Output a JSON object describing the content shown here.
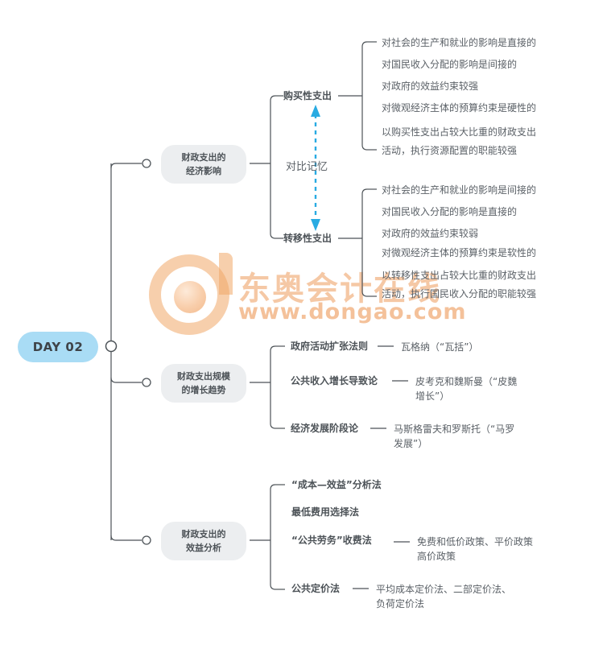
{
  "root": {
    "label": "DAY 02",
    "accent": "#a9dcf5",
    "text_color": "#3e4348"
  },
  "watermark": {
    "brand": "东奥会计在线",
    "url": "www.dongao.com",
    "logo_icon": "dongao-logo-icon",
    "color": "#f0a868"
  },
  "compare_annotation": {
    "label": "对比记忆",
    "arrow_color": "#29abe2",
    "arrow_icon": "double-arrow-dashed-vertical-icon"
  },
  "branches": [
    {
      "id": "economic-impact",
      "title_lines": [
        "财政支出的",
        "经济影响"
      ],
      "children": [
        {
          "id": "purchase-expenditure",
          "label": "购买性支出",
          "details": [
            "对社会的生产和就业的影响是直接的",
            "对国民收入分配的影响是间接的",
            "对政府的效益约束较强",
            "对微观经济主体的预算约束是硬性的",
            "以购买性支出占较大比重的财政支出",
            "活动，执行资源配置的职能较强"
          ]
        },
        {
          "id": "transfer-expenditure",
          "label": "转移性支出",
          "details": [
            "对社会的生产和就业的影响是间接的",
            "对国民收入分配的影响是直接的",
            "对政府的效益约束较弱",
            "对微观经济主体的预算约束是软性的",
            "以转移性支出占较大比重的财政支出",
            "活动，执行国民收入分配的职能较强"
          ]
        }
      ]
    },
    {
      "id": "scale-growth-trend",
      "title_lines": [
        "财政支出规模",
        "的增长趋势"
      ],
      "children": [
        {
          "id": "wagner-law",
          "label": "政府活动扩张法则",
          "dash": "—",
          "value_lines": [
            "瓦格纳（“瓦括”）"
          ]
        },
        {
          "id": "peacock-wiseman",
          "label": "公共收入增长导致论",
          "dash": "—",
          "value_lines": [
            "皮考克和魏斯曼（“皮魏",
            "增长”）"
          ]
        },
        {
          "id": "musgrave-rostow",
          "label": "经济发展阶段论",
          "dash": "—",
          "value_lines": [
            "马斯格雷夫和罗斯托（“马罗",
            "发展”）"
          ]
        }
      ]
    },
    {
      "id": "benefit-analysis",
      "title_lines": [
        "财政支出的",
        "效益分析"
      ],
      "children": [
        {
          "id": "cost-benefit-method",
          "label": "“成本—效益”分析法",
          "dash": "",
          "value_lines": []
        },
        {
          "id": "least-cost-method",
          "label": "最低费用选择法",
          "dash": "",
          "value_lines": []
        },
        {
          "id": "public-service-fee-method",
          "label": "“公共劳务”收费法",
          "dash": "—",
          "value_lines": [
            "免费和低价政策、平价政策",
            "高价政策"
          ]
        },
        {
          "id": "public-pricing-method",
          "label": "公共定价法",
          "dash": "—",
          "value_lines": [
            "平均成本定价法、二部定价法、",
            "负荷定价法"
          ]
        }
      ]
    }
  ]
}
